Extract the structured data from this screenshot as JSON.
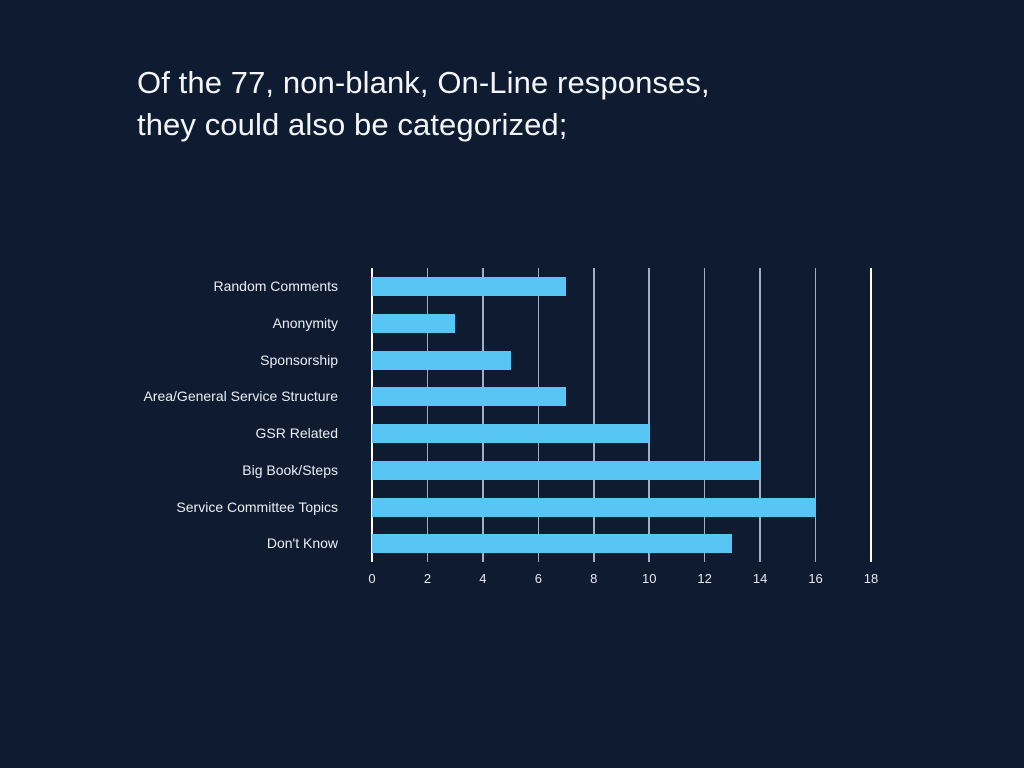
{
  "slide": {
    "title": "Of the 77, non-blank, On-Line responses,\nthey could also be categorized;",
    "background_color": "#0f1b30",
    "title_color": "#f2f6fa"
  },
  "chart_data": {
    "type": "bar",
    "orientation": "horizontal",
    "title": "",
    "xlabel": "",
    "ylabel": "",
    "categories": [
      "Random Comments",
      "Anonymity",
      "Sponsorship",
      "Area/General Service Structure",
      "GSR Related",
      "Big Book/Steps",
      "Service Committee Topics",
      "Don't Know"
    ],
    "values": [
      7,
      3,
      5,
      7,
      10,
      14,
      16,
      13
    ],
    "xlim": [
      0,
      18
    ],
    "xticks": [
      0,
      2,
      4,
      6,
      8,
      10,
      12,
      14,
      16,
      18
    ],
    "xtick_labels": [
      "0",
      "2",
      "4",
      "6",
      "8",
      "10",
      "12",
      "14",
      "16",
      "18"
    ],
    "grid": true,
    "grid_axis": "x",
    "legend": false,
    "bar_color": "#57c6f5",
    "gridline_color": "#9fb0c4",
    "axis_color": "#ffffff"
  }
}
